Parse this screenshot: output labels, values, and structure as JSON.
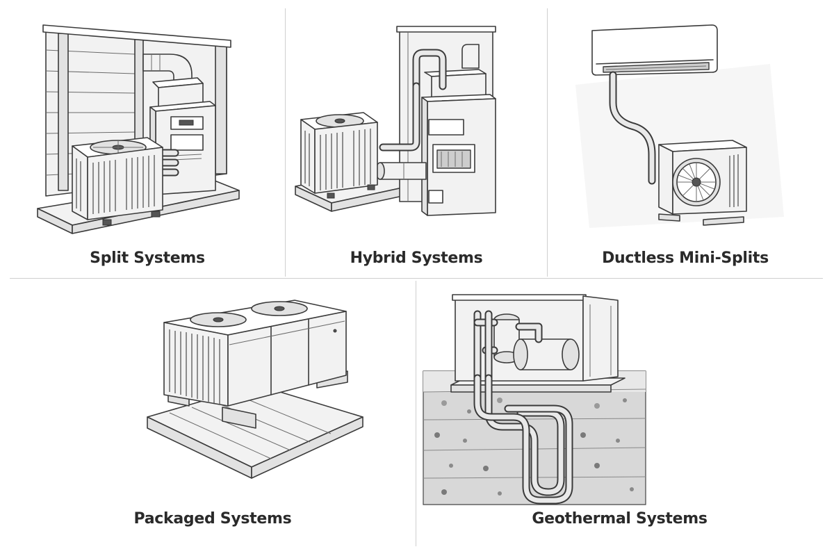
{
  "panels": [
    {
      "caption": "Split Systems"
    },
    {
      "caption": "Hybrid Systems"
    },
    {
      "caption": "Ductless Mini-Splits"
    },
    {
      "caption": "Packaged Systems"
    },
    {
      "caption": "Geothermal Systems"
    }
  ]
}
